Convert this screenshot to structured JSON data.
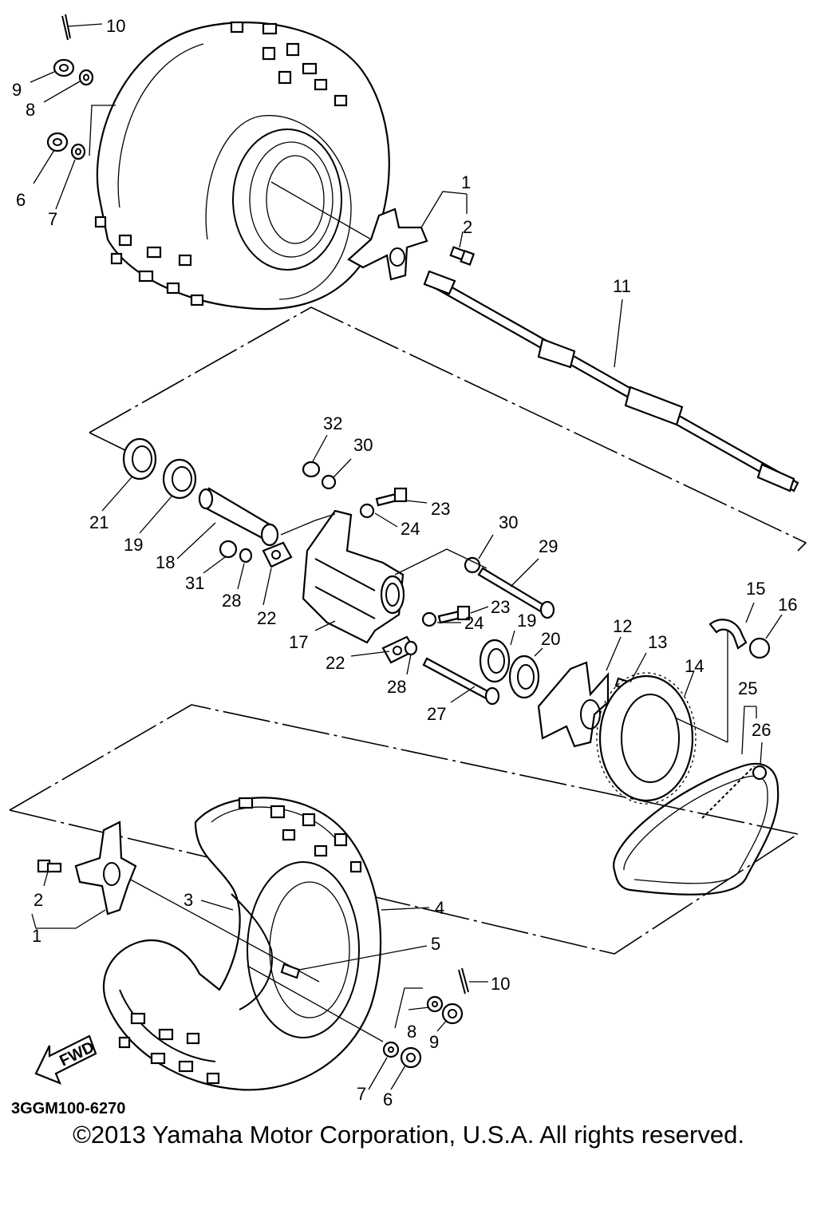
{
  "diagram": {
    "callouts": [
      {
        "id": "c10a",
        "text": "10"
      },
      {
        "id": "c9a",
        "text": "9"
      },
      {
        "id": "c8a",
        "text": "8"
      },
      {
        "id": "c6a",
        "text": "6"
      },
      {
        "id": "c7a",
        "text": "7"
      },
      {
        "id": "c1a",
        "text": "1"
      },
      {
        "id": "c2a",
        "text": "2"
      },
      {
        "id": "c11",
        "text": "11"
      },
      {
        "id": "c32",
        "text": "32"
      },
      {
        "id": "c30a",
        "text": "30"
      },
      {
        "id": "c21",
        "text": "21"
      },
      {
        "id": "c19a",
        "text": "19"
      },
      {
        "id": "c18",
        "text": "18"
      },
      {
        "id": "c31",
        "text": "31"
      },
      {
        "id": "c28a",
        "text": "28"
      },
      {
        "id": "c22a",
        "text": "22"
      },
      {
        "id": "c23a",
        "text": "23"
      },
      {
        "id": "c24a",
        "text": "24"
      },
      {
        "id": "c30b",
        "text": "30"
      },
      {
        "id": "c29",
        "text": "29"
      },
      {
        "id": "c23b",
        "text": "23"
      },
      {
        "id": "c24b",
        "text": "24"
      },
      {
        "id": "c19b",
        "text": "19"
      },
      {
        "id": "c17",
        "text": "17"
      },
      {
        "id": "c22b",
        "text": "22"
      },
      {
        "id": "c28b",
        "text": "28"
      },
      {
        "id": "c20",
        "text": "20"
      },
      {
        "id": "c27",
        "text": "27"
      },
      {
        "id": "c12",
        "text": "12"
      },
      {
        "id": "c13",
        "text": "13"
      },
      {
        "id": "c14",
        "text": "14"
      },
      {
        "id": "c15",
        "text": "15"
      },
      {
        "id": "c16",
        "text": "16"
      },
      {
        "id": "c25",
        "text": "25"
      },
      {
        "id": "c26",
        "text": "26"
      },
      {
        "id": "c2b",
        "text": "2"
      },
      {
        "id": "c1b",
        "text": "1"
      },
      {
        "id": "c3",
        "text": "3"
      },
      {
        "id": "c4",
        "text": "4"
      },
      {
        "id": "c5",
        "text": "5"
      },
      {
        "id": "c10b",
        "text": "10"
      },
      {
        "id": "c8b",
        "text": "8"
      },
      {
        "id": "c9b",
        "text": "9"
      },
      {
        "id": "c7b",
        "text": "7"
      },
      {
        "id": "c6b",
        "text": "6"
      }
    ],
    "fwd_label": "FWD",
    "diagram_code": "3GGM100-6270"
  },
  "footer": {
    "copyright": "©2013 Yamaha Motor Corporation, U.S.A. All rights reserved."
  }
}
